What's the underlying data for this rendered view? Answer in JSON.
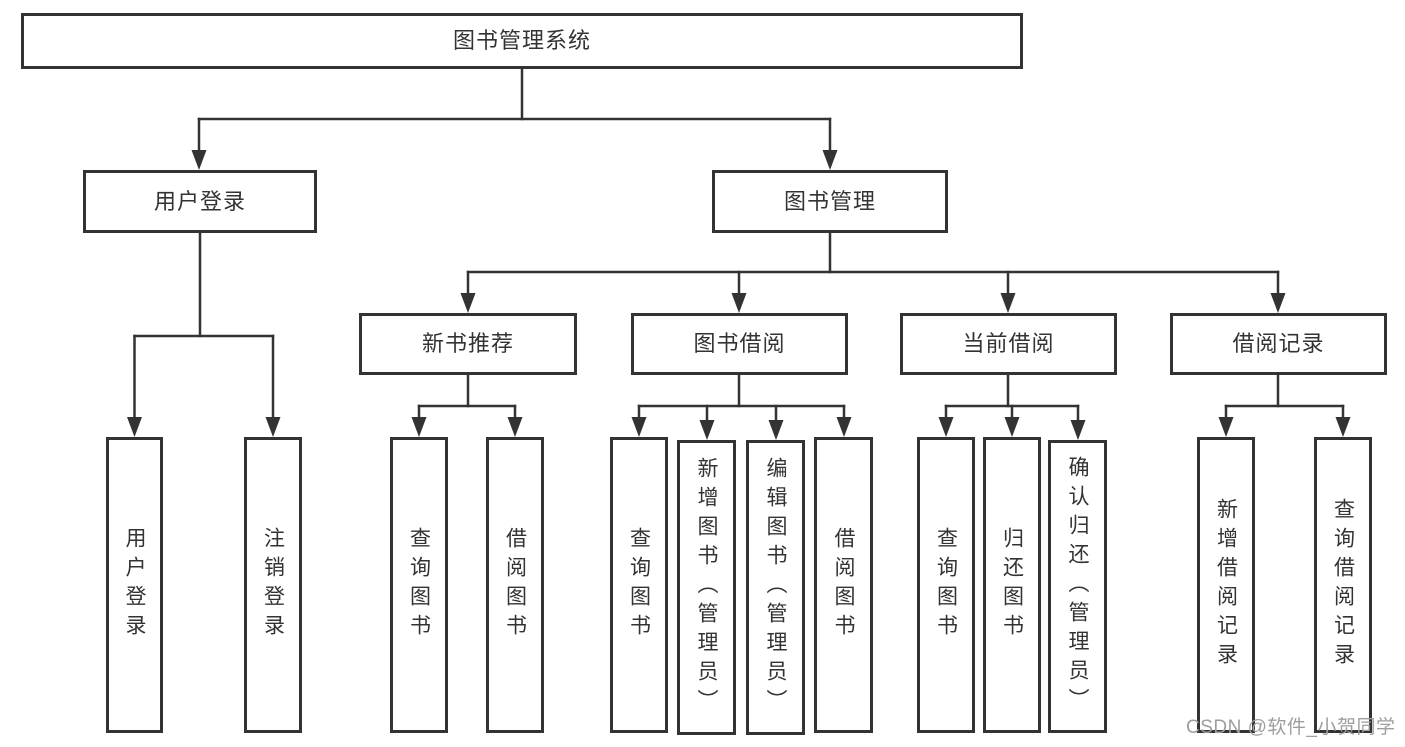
{
  "diagram": {
    "title": "图书管理系统",
    "root": {
      "label": "图书管理系统"
    },
    "level2": [
      {
        "label": "用户登录"
      },
      {
        "label": "图书管理"
      }
    ],
    "level3": [
      {
        "label": "新书推荐"
      },
      {
        "label": "图书借阅"
      },
      {
        "label": "当前借阅"
      },
      {
        "label": "借阅记录"
      }
    ],
    "leaves": [
      {
        "label": "用户登录"
      },
      {
        "label": "注销登录"
      },
      {
        "label": "查询图书"
      },
      {
        "label": "借阅图书"
      },
      {
        "label": "查询图书"
      },
      {
        "label": "新增图书（管理员）"
      },
      {
        "label": "编辑图书（管理员）"
      },
      {
        "label": "借阅图书"
      },
      {
        "label": "查询图书"
      },
      {
        "label": "归还图书"
      },
      {
        "label": "确认归还（管理员）"
      },
      {
        "label": "新增借阅记录"
      },
      {
        "label": "查询借阅记录"
      }
    ],
    "colors": {
      "line": "#333333",
      "text": "#333333",
      "background": "#ffffff",
      "watermark": "#9e9e9e"
    }
  },
  "watermark": {
    "text": "CSDN @软件_小贺同学"
  }
}
